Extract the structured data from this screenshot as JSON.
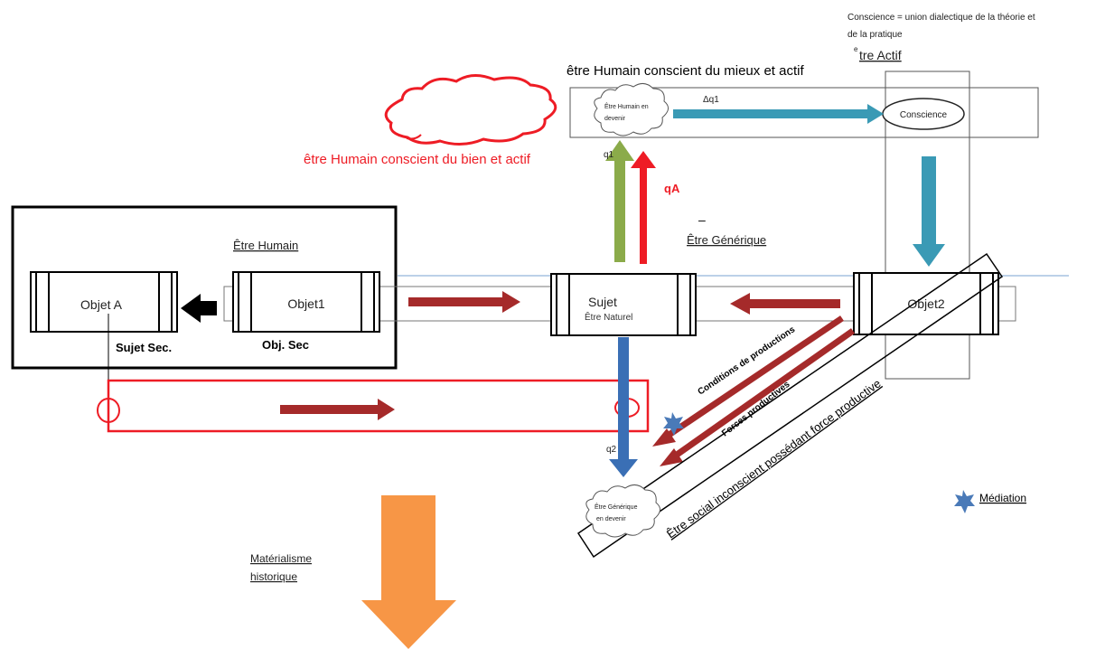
{
  "annotations": {
    "conscience_def_line1": "Conscience = union dialectique de la théorie et",
    "conscience_def_line2": "de la pratique",
    "etre_actif_sup": "e",
    "etre_actif": "tre Actif",
    "humain_mieux": "être Humain conscient du mieux et actif",
    "humain_bien": "être Humain conscient du bien et actif"
  },
  "nodes": {
    "humain_devenir_l1": "Être Humain en",
    "humain_devenir_l2": "devenir",
    "conscience": "Conscience",
    "generique_devenir_l1": "Être Générique",
    "generique_devenir_l2": "en devenir",
    "objet_a": "Objet A",
    "objet1": "Objet1",
    "sujet": "Sujet",
    "etre_naturel": "Être Naturel",
    "objet2": "Objet2"
  },
  "labels": {
    "dq1": "Δq1",
    "q1": "q1",
    "qa": "qA",
    "q2": "q2",
    "dash": "–",
    "etre_generique": "Être Générique",
    "etre_humain": "Être Humain",
    "sujet_sec": "Sujet Sec.",
    "obj_sec": "Obj. Sec",
    "conditions": "Conditions de productions",
    "forces": "Forces productives",
    "etre_social": "Être social inconscient possédant force productive",
    "mediation": "Médiation",
    "materialisme_l1": "Matérialisme",
    "materialisme_l2": "historique"
  },
  "colors": {
    "teal": "#3a9ab5",
    "red": "#ee1c25",
    "brown": "#a52a2a",
    "green": "#8bab4a",
    "blue": "#3a6fb5",
    "orange": "#f79646",
    "star": "#4a7ab8"
  }
}
